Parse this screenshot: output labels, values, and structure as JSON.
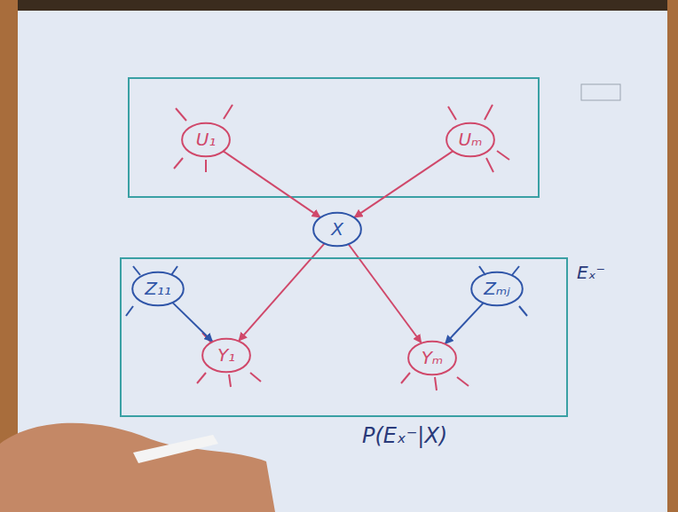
{
  "diagram": {
    "nodes": [
      {
        "text": [
          "U₁"
        ]
      },
      {
        "text": [
          "Uₘ"
        ]
      },
      {
        "text": [
          "X"
        ]
      },
      {
        "text": [
          "Eₓ⁻"
        ]
      },
      {
        "text": [
          "Z₁₁"
        ],
        "in": 3
      },
      {
        "text": [
          "Y₁"
        ],
        "in": 3
      },
      {
        "text": [
          "Yₘ"
        ],
        "in": 3
      },
      {
        "text": [
          "Zₘⱼ"
        ],
        "in": 3
      }
    ],
    "edges": [
      {
        "from": 0,
        "to": 2,
        "arrow": "to"
      },
      {
        "from": 1,
        "to": 2,
        "arrow": "to"
      },
      {
        "from": 2,
        "to": 5,
        "arrow": "to"
      },
      {
        "from": 2,
        "to": 6,
        "arrow": "to"
      },
      {
        "from": 4,
        "to": 5,
        "arrow": "to"
      },
      {
        "from": 7,
        "to": 6,
        "arrow": "to"
      }
    ],
    "labels": [
      "P(Eₓ⁻|X)"
    ]
  }
}
